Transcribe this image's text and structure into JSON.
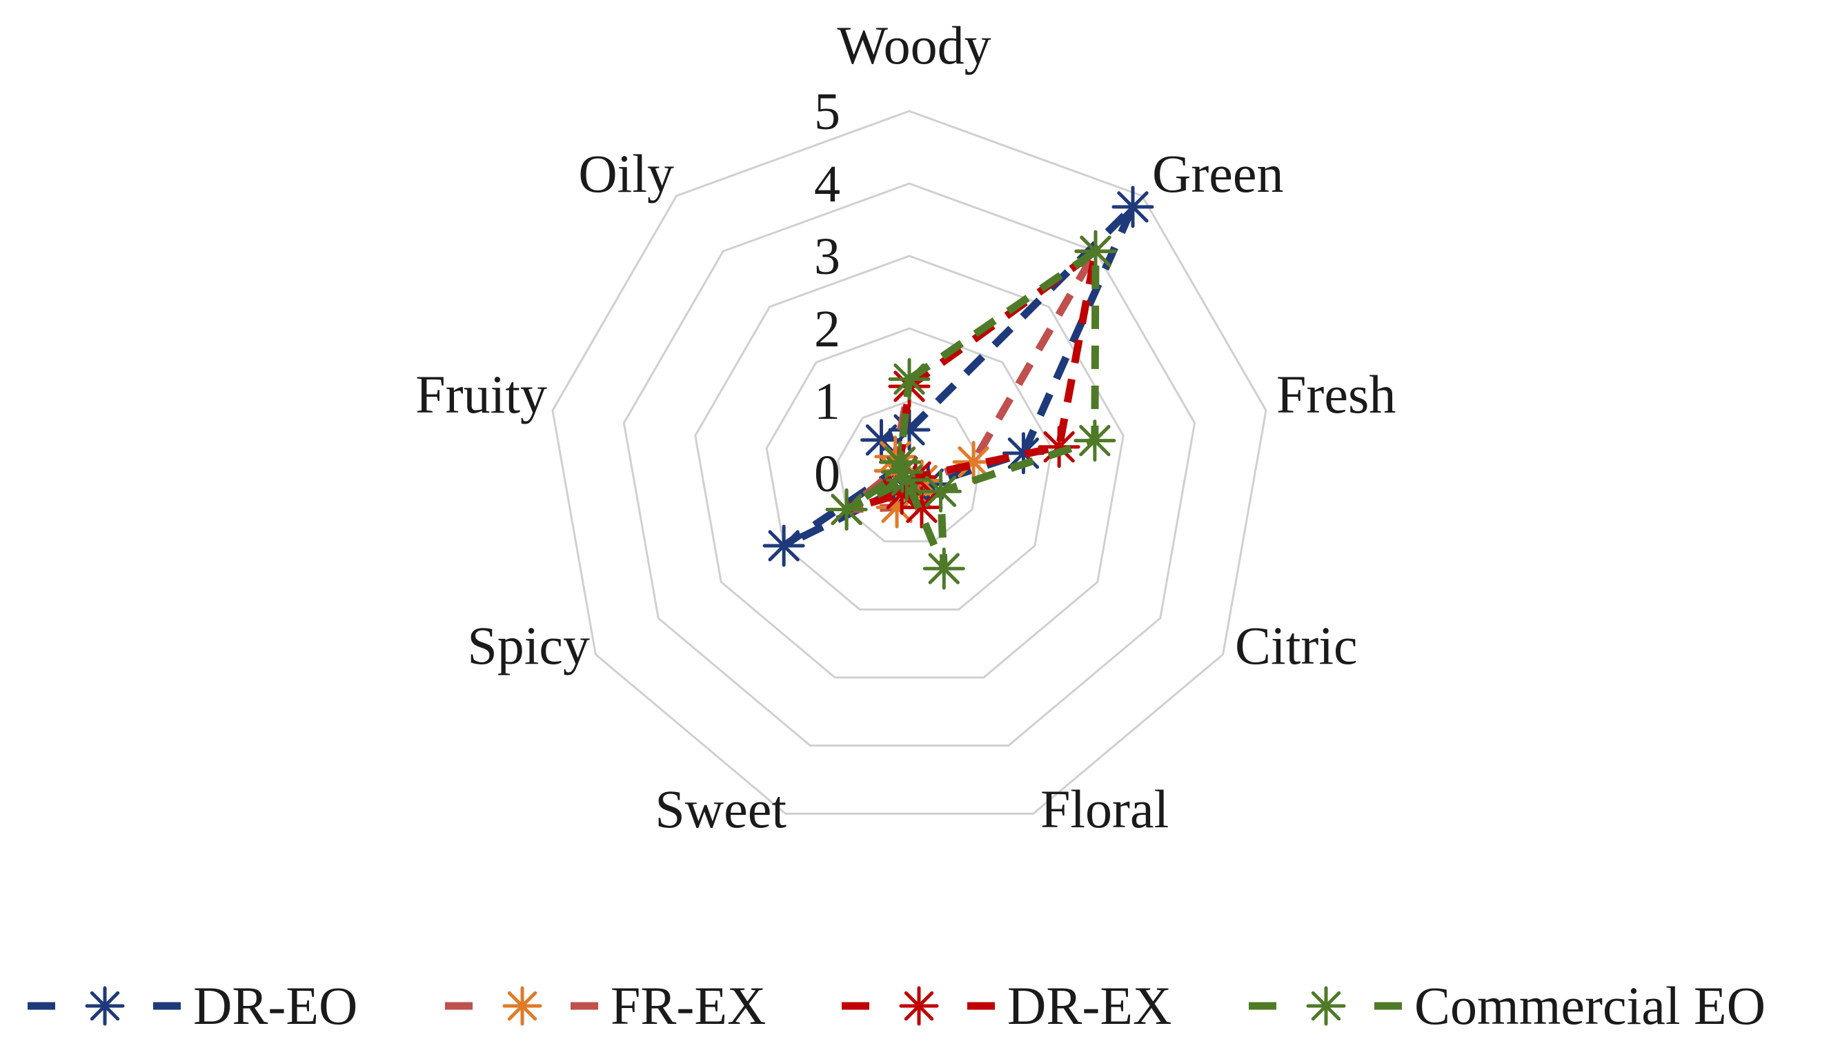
{
  "chart_data": {
    "type": "radar",
    "axes": [
      "Woody",
      "Green",
      "Fresh",
      "Citric",
      "Floral",
      "Sweet",
      "Spicy",
      "Fruity",
      "Oily"
    ],
    "ticks": [
      "0",
      "1",
      "2",
      "3",
      "4",
      "5"
    ],
    "range": [
      0,
      5
    ],
    "grid": true,
    "legend_position": "bottom",
    "series": [
      {
        "name": "DR-EO",
        "color": "#1f3a7a",
        "values": [
          0.6,
          4.8,
          1.6,
          0.3,
          0.2,
          0.2,
          2.0,
          0.2,
          0.6
        ]
      },
      {
        "name": "FR-EX",
        "color": "#c0504d",
        "marker_color": "#e07b28",
        "values": [
          1.2,
          4.0,
          0.9,
          0.2,
          0.3,
          0.5,
          1.0,
          0.2,
          0.3
        ]
      },
      {
        "name": "DR-EX",
        "color": "#c00000",
        "values": [
          1.2,
          4.0,
          2.1,
          0.1,
          0.5,
          0.3,
          1.0,
          0.1,
          0.2
        ]
      },
      {
        "name": "Commercial EO",
        "color": "#4f7a28",
        "values": [
          1.3,
          4.0,
          2.6,
          0.5,
          1.4,
          0.1,
          1.0,
          0.1,
          0.2
        ]
      }
    ]
  }
}
